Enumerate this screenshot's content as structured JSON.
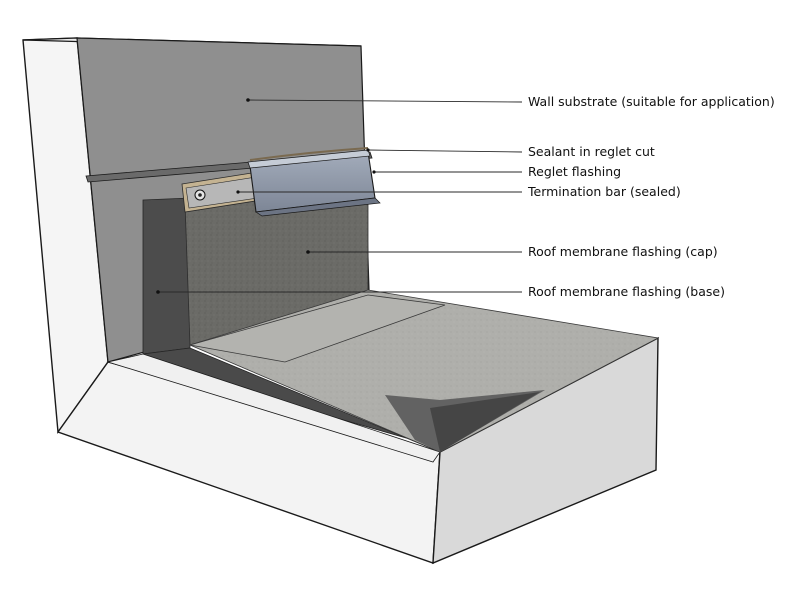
{
  "diagram": {
    "colors": {
      "background": "#ffffff",
      "wall_face": "#8e8e8e",
      "wall_white": "#f4f4f4",
      "base_membrane": "#4f4f4f",
      "cap_membrane": "#6a6a66",
      "roof_field": "#aeaeaa",
      "reglet_flashing": "#8c95a5",
      "leader_line": "#2a2a2a"
    },
    "labels": [
      {
        "id": "wall-substrate",
        "text": "Wall substrate (suitable for application)"
      },
      {
        "id": "sealant",
        "text": "Sealant in reglet cut"
      },
      {
        "id": "reglet-flashing",
        "text": "Reglet flashing"
      },
      {
        "id": "termination-bar",
        "text": "Termination bar (sealed)"
      },
      {
        "id": "membrane-cap",
        "text": "Roof membrane flashing (cap)"
      },
      {
        "id": "membrane-base",
        "text": "Roof membrane flashing (base)"
      }
    ]
  }
}
